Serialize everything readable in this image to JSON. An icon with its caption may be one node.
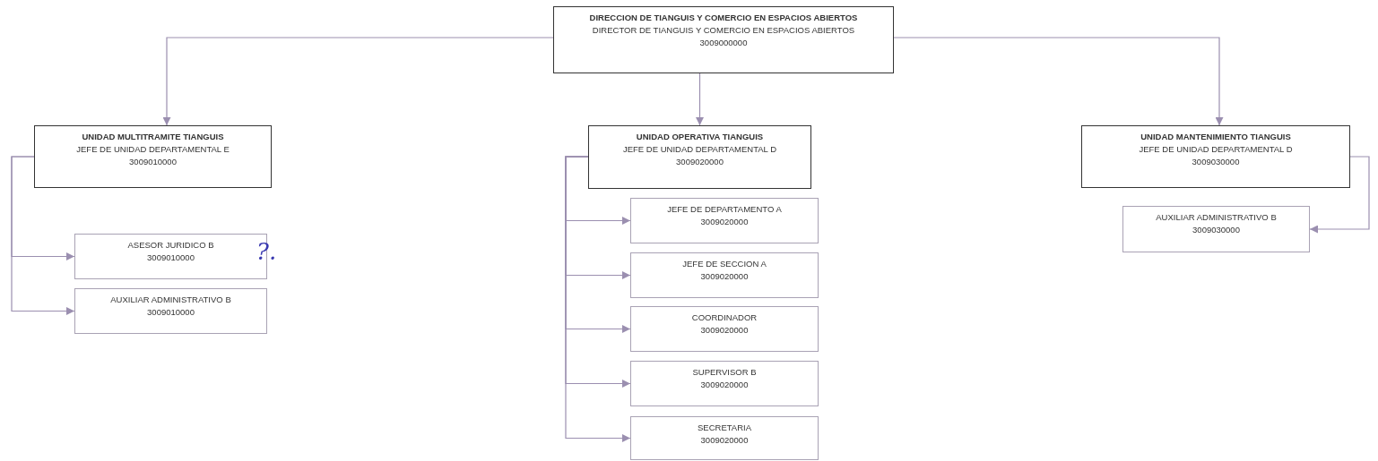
{
  "diagram": {
    "nodes": [
      {
        "text": [
          "DIRECCION DE TIANGUIS Y COMERCIO EN ESPACIOS ABIERTOS",
          "DIRECTOR DE TIANGUIS Y COMERCIO EN ESPACIOS ABIERTOS",
          "3009000000"
        ]
      },
      {
        "text": [
          "UNIDAD MULTITRAMITE TIANGUIS",
          "JEFE DE UNIDAD DEPARTAMENTAL E",
          "3009010000"
        ]
      },
      {
        "text": [
          "ASESOR JURIDICO B",
          "3009010000"
        ]
      },
      {
        "text": [
          "AUXILIAR ADMINISTRATIVO B",
          "3009010000"
        ]
      },
      {
        "text": [
          "UNIDAD OPERATIVA TIANGUIS",
          "JEFE DE UNIDAD DEPARTAMENTAL D",
          "3009020000"
        ]
      },
      {
        "text": [
          "JEFE DE DEPARTAMENTO A",
          "3009020000"
        ]
      },
      {
        "text": [
          "JEFE DE SECCION A",
          "3009020000"
        ]
      },
      {
        "text": [
          "COORDINADOR",
          "3009020000"
        ]
      },
      {
        "text": [
          "SUPERVISOR B",
          "3009020000"
        ]
      },
      {
        "text": [
          "SECRETARIA",
          "3009020000"
        ]
      },
      {
        "text": [
          "UNIDAD MANTENIMIENTO TIANGUIS",
          "JEFE DE UNIDAD DEPARTAMENTAL D",
          "3009030000"
        ]
      },
      {
        "text": [
          "AUXILIAR ADMINISTRATIVO B",
          "3009030000"
        ]
      }
    ],
    "edges": [
      {
        "from": 0,
        "to": 1,
        "arrow": "to"
      },
      {
        "from": 0,
        "to": 4,
        "arrow": "to"
      },
      {
        "from": 0,
        "to": 10,
        "arrow": "to"
      },
      {
        "from": 1,
        "to": 2,
        "arrow": "to"
      },
      {
        "from": 1,
        "to": 3,
        "arrow": "to"
      },
      {
        "from": 4,
        "to": 5,
        "arrow": "to"
      },
      {
        "from": 4,
        "to": 6,
        "arrow": "to"
      },
      {
        "from": 4,
        "to": 7,
        "arrow": "to"
      },
      {
        "from": 4,
        "to": 8,
        "arrow": "to"
      },
      {
        "from": 4,
        "to": 9,
        "arrow": "to"
      },
      {
        "from": 10,
        "to": 11,
        "arrow": "to"
      }
    ],
    "labels": [
      "?."
    ]
  }
}
